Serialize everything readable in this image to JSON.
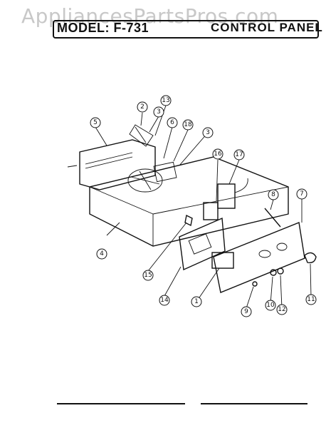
{
  "watermark": "AppliancesPartsPros.com",
  "header": {
    "model": "MODEL: F-731",
    "title": "CONTROL PANEL"
  },
  "callouts": [
    "1",
    "2",
    "3",
    "3",
    "4",
    "5",
    "6",
    "7",
    "8",
    "9",
    "10",
    "11",
    "12",
    "13",
    "14",
    "15",
    "16",
    "17",
    "18"
  ]
}
